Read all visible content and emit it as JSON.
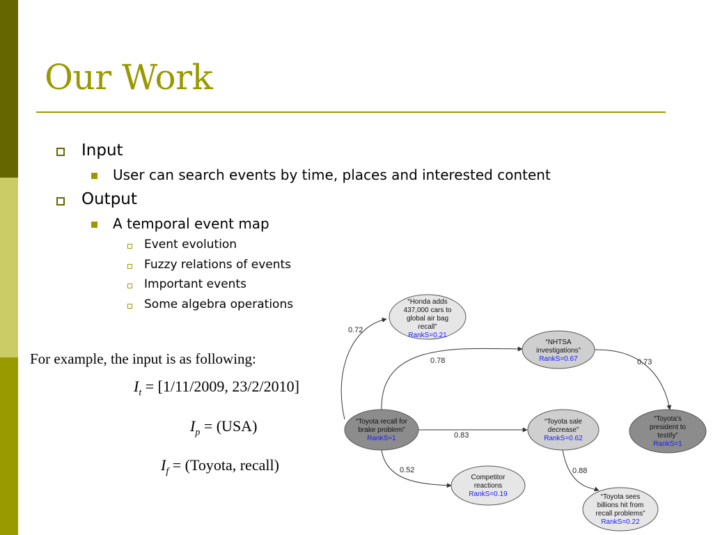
{
  "title": "Our Work",
  "bullets": {
    "input": {
      "label": "Input",
      "sub": "User can search events by time, places and interested content"
    },
    "output": {
      "label": "Output",
      "sub": "A temporal event map",
      "items": [
        "Event evolution",
        "Fuzzy relations of events",
        "Important events",
        "Some algebra operations"
      ]
    }
  },
  "example": {
    "intro": "For example, the input is as following:",
    "It_lhs": "I",
    "It_sub": "t",
    "It_rhs": "= [1/11/2009, 23/2/2010]",
    "Ip_lhs": "I",
    "Ip_sub": "p",
    "Ip_rhs": "= (USA)",
    "If_lhs": "I",
    "If_sub": "f",
    "If_rhs": "= (Toyota, recall)"
  },
  "graph": {
    "nodes": {
      "honda": {
        "lines": [
          "“Honda adds",
          "437,000 cars to",
          "global air bag",
          "recall”"
        ],
        "rank": "RankS=0.21",
        "fill": "#e6e6e6"
      },
      "nhtsa": {
        "lines": [
          "“NHTSA",
          "investigations”"
        ],
        "rank": "RankS=0.67",
        "fill": "#cfcfcf"
      },
      "president": {
        "lines": [
          "“Toyota's",
          "president to",
          "testify”"
        ],
        "rank": "RankS=1",
        "fill": "#8c8c8c"
      },
      "recall": {
        "lines": [
          "“Toyota recall for",
          "brake problem”"
        ],
        "rank": "RankS=1",
        "fill": "#8c8c8c"
      },
      "sale": {
        "lines": [
          "“Toyota sale",
          "decrease”"
        ],
        "rank": "RankS=0.62",
        "fill": "#cfcfcf"
      },
      "competitor": {
        "lines": [
          "Competitor",
          "reactions"
        ],
        "rank": "RankS=0.19",
        "fill": "#e6e6e6"
      },
      "billions": {
        "lines": [
          "“Toyota sees",
          "billions hit from",
          "recall problems”"
        ],
        "rank": "RankS=0.22",
        "fill": "#e6e6e6"
      }
    },
    "edges": {
      "recall_honda": "0.72",
      "recall_nhtsa": "0.78",
      "nhtsa_president": "0.73",
      "recall_sale": "0.83",
      "recall_competitor": "0.52",
      "sale_billions": "0.88"
    }
  }
}
